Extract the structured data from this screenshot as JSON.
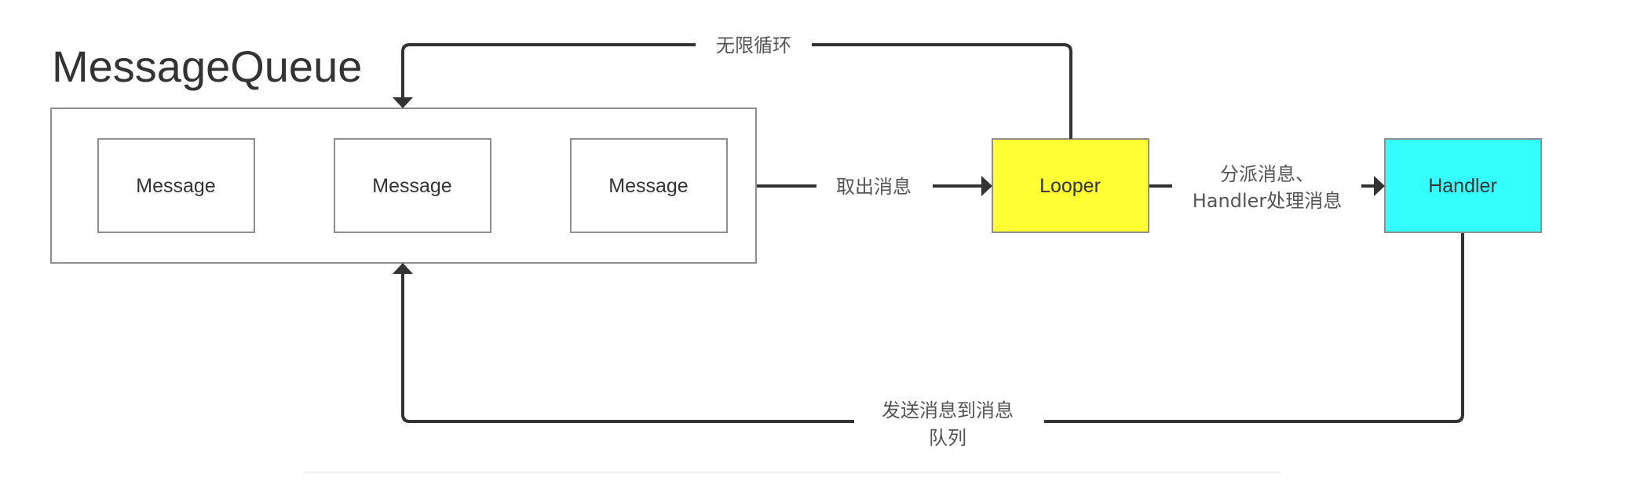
{
  "diagram": {
    "title": "MessageQueue",
    "queue": {
      "messages": [
        {
          "label": "Message"
        },
        {
          "label": "Message"
        },
        {
          "label": "Message"
        }
      ]
    },
    "nodes": {
      "looper": {
        "label": "Looper",
        "color": "#ffff33"
      },
      "handler": {
        "label": "Handler",
        "color": "#33ffff"
      }
    },
    "edges": {
      "loop": {
        "label": "无限循环"
      },
      "take": {
        "label": "取出消息"
      },
      "dispatch": {
        "label_line1": "分派消息、",
        "label_line2": "Handler处理消息"
      },
      "send": {
        "label_line1": "发送消息到消息",
        "label_line2": "队列"
      }
    },
    "colors": {
      "line": "#333333",
      "border": "#8f8f8f"
    }
  }
}
